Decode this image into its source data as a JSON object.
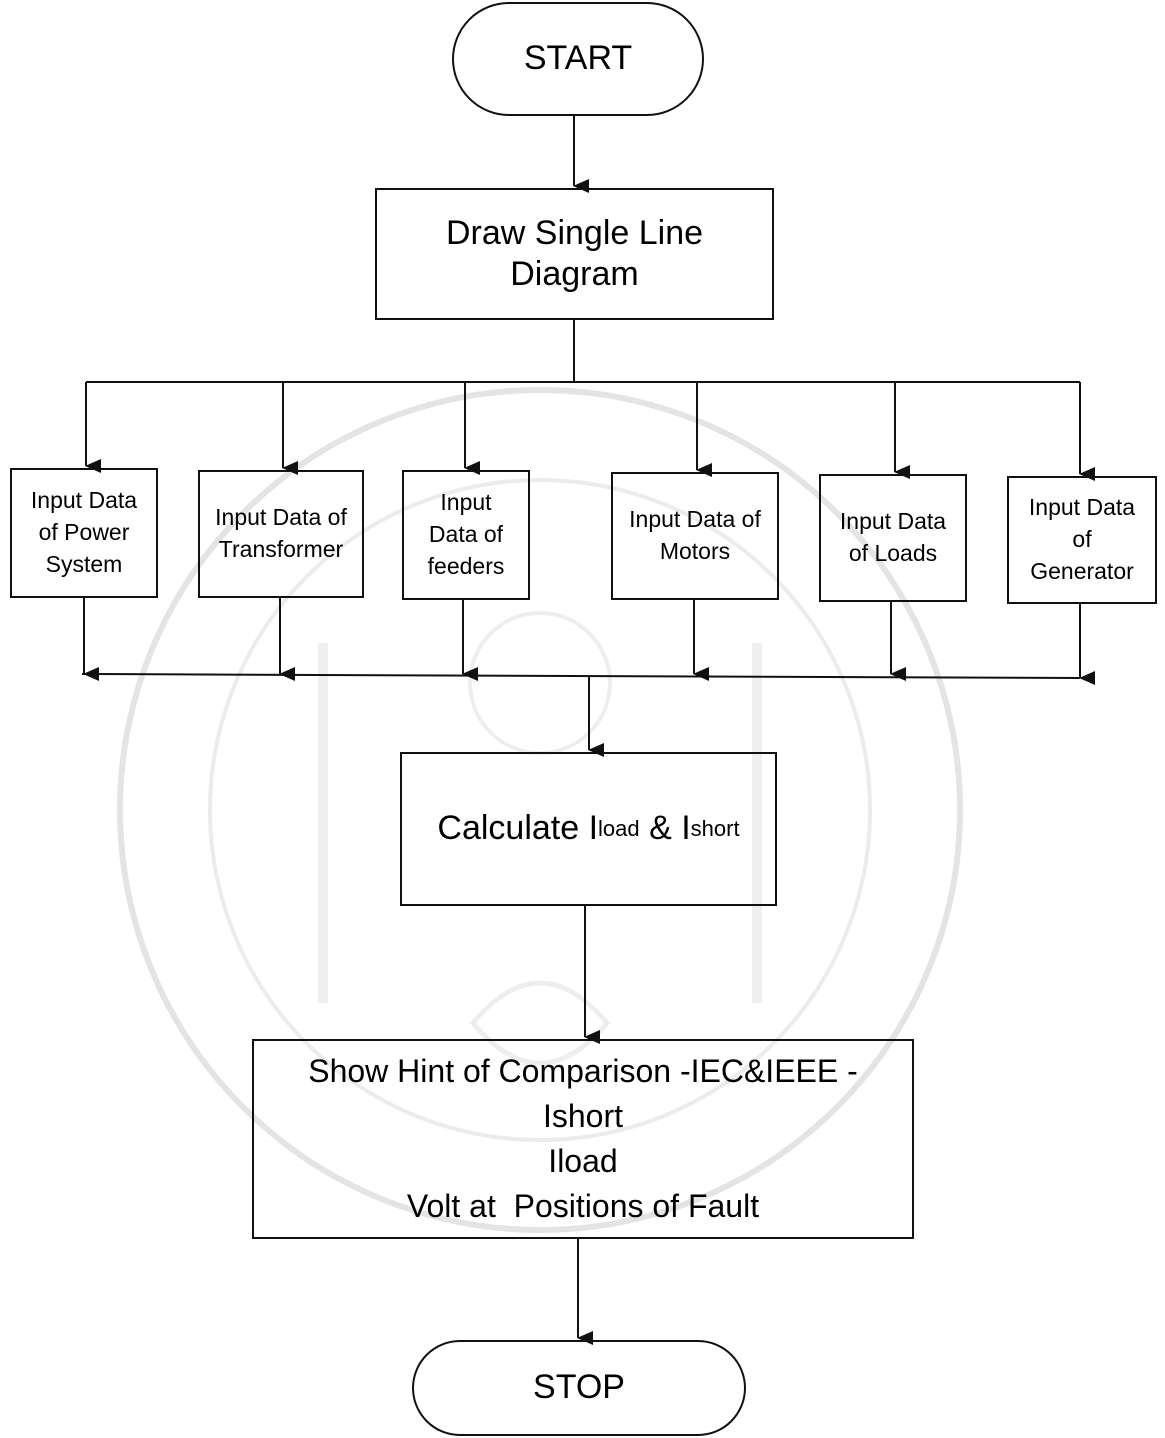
{
  "flowchart": {
    "start": "START",
    "draw": [
      "Draw Single Line",
      "Diagram"
    ],
    "inputs": [
      {
        "key": "power",
        "lines": [
          "Input Data",
          "of Power",
          "System"
        ]
      },
      {
        "key": "transformer",
        "lines": [
          "Input Data of",
          "Transformer"
        ]
      },
      {
        "key": "feeders",
        "lines": [
          "Input",
          "Data of",
          "feeders"
        ]
      },
      {
        "key": "motors",
        "lines": [
          "Input Data of",
          "Motors"
        ]
      },
      {
        "key": "loads",
        "lines": [
          "Input Data",
          "of Loads"
        ]
      },
      {
        "key": "generator",
        "lines": [
          "Input Data",
          "of",
          "Generator"
        ]
      }
    ],
    "calculate": {
      "prefix": "Calculate I",
      "sub1": "load",
      "mid": " & I",
      "sub2": "short"
    },
    "show": [
      "Show Hint of Comparison -IEC&IEEE -",
      "Ishort",
      "Iload",
      "Volt at  Positions of Fault"
    ],
    "stop": "STOP"
  }
}
